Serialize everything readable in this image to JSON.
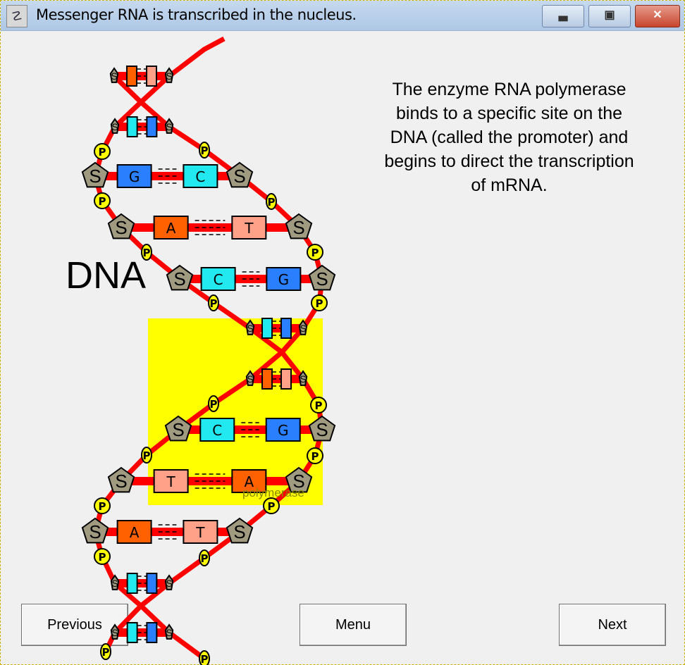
{
  "window": {
    "title": "Messenger RNA is transcribed in the nucleus.",
    "icon": "dna-app-icon",
    "controls": {
      "minimize": "minimize-icon",
      "maximize": "maximize-icon",
      "close": "close-icon"
    }
  },
  "content": {
    "description": "The enzyme RNA polymerase binds to a specific site on the DNA (called the promoter) and begins to direct the transcription of mRNA.",
    "dna_label": "DNA",
    "polymerase_label": "polymerase",
    "sugar_letter": "S",
    "phosphate_letter": "P",
    "base_pairs": [
      [
        "A",
        "T"
      ],
      [
        "C",
        "G"
      ],
      [
        "G",
        "C"
      ],
      [
        "A",
        "T"
      ],
      [
        "C",
        "G"
      ],
      [
        "C",
        "G"
      ],
      [
        "A",
        "T"
      ],
      [
        "C",
        "G"
      ],
      [
        "T",
        "A"
      ],
      [
        "A",
        "T"
      ],
      [
        "C",
        "G"
      ],
      [
        "C",
        "G"
      ]
    ]
  },
  "colors": {
    "A": "#ff6000",
    "T": "#ffa088",
    "G": "#2a7fff",
    "C": "#22e8f0",
    "backbone": "#ff0000",
    "sugar": "#a09a80",
    "phosphate": "#ffff00",
    "polymerase": "#ffff00"
  },
  "buttons": {
    "previous": "Previous",
    "menu": "Menu",
    "next": "Next"
  }
}
